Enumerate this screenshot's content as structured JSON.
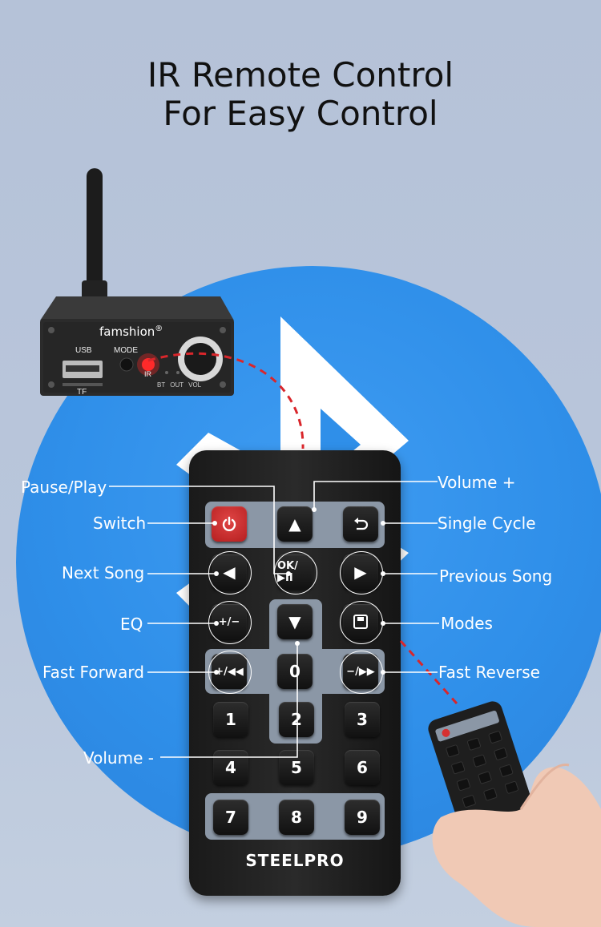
{
  "title": {
    "line1": "IR Remote Control",
    "line2": "For Easy Control"
  },
  "device": {
    "brand": "famshion",
    "registered_mark": "®",
    "usb_label": "USB",
    "tf_label": "TF",
    "mode_label": "MODE",
    "ir_label": "IR",
    "bt_label": "BT",
    "out_label": "OUT",
    "vol_label": "VOL"
  },
  "remote": {
    "brand": "STEELPRO",
    "buttons": {
      "power": "power-icon",
      "up": "▲",
      "back": "return-icon",
      "left": "◀",
      "ok_play": "OK/▶II",
      "right": "▶",
      "eq": "+/−",
      "down": "▼",
      "mode": "save-icon",
      "fast_forward": "+/◀◀",
      "zero": "0",
      "fast_reverse": "−/▶▶",
      "one": "1",
      "two": "2",
      "three": "3",
      "four": "4",
      "five": "5",
      "six": "6",
      "seven": "7",
      "eight": "8",
      "nine": "9"
    }
  },
  "labels": {
    "pause_play": "Pause/Play",
    "switch": "Switch",
    "next_song": "Next Song",
    "eq": "EQ",
    "fast_forward": "Fast Forward",
    "volume_minus": "Volume -",
    "volume_plus": "Volume +",
    "single_cycle": "Single Cycle",
    "previous_song": "Previous Song",
    "modes": "Modes",
    "fast_reverse": "Fast Reverse"
  },
  "colors": {
    "circle_blue": "#2f8fe9",
    "power_red": "#d63030",
    "ir_beam": "#d9262b"
  }
}
